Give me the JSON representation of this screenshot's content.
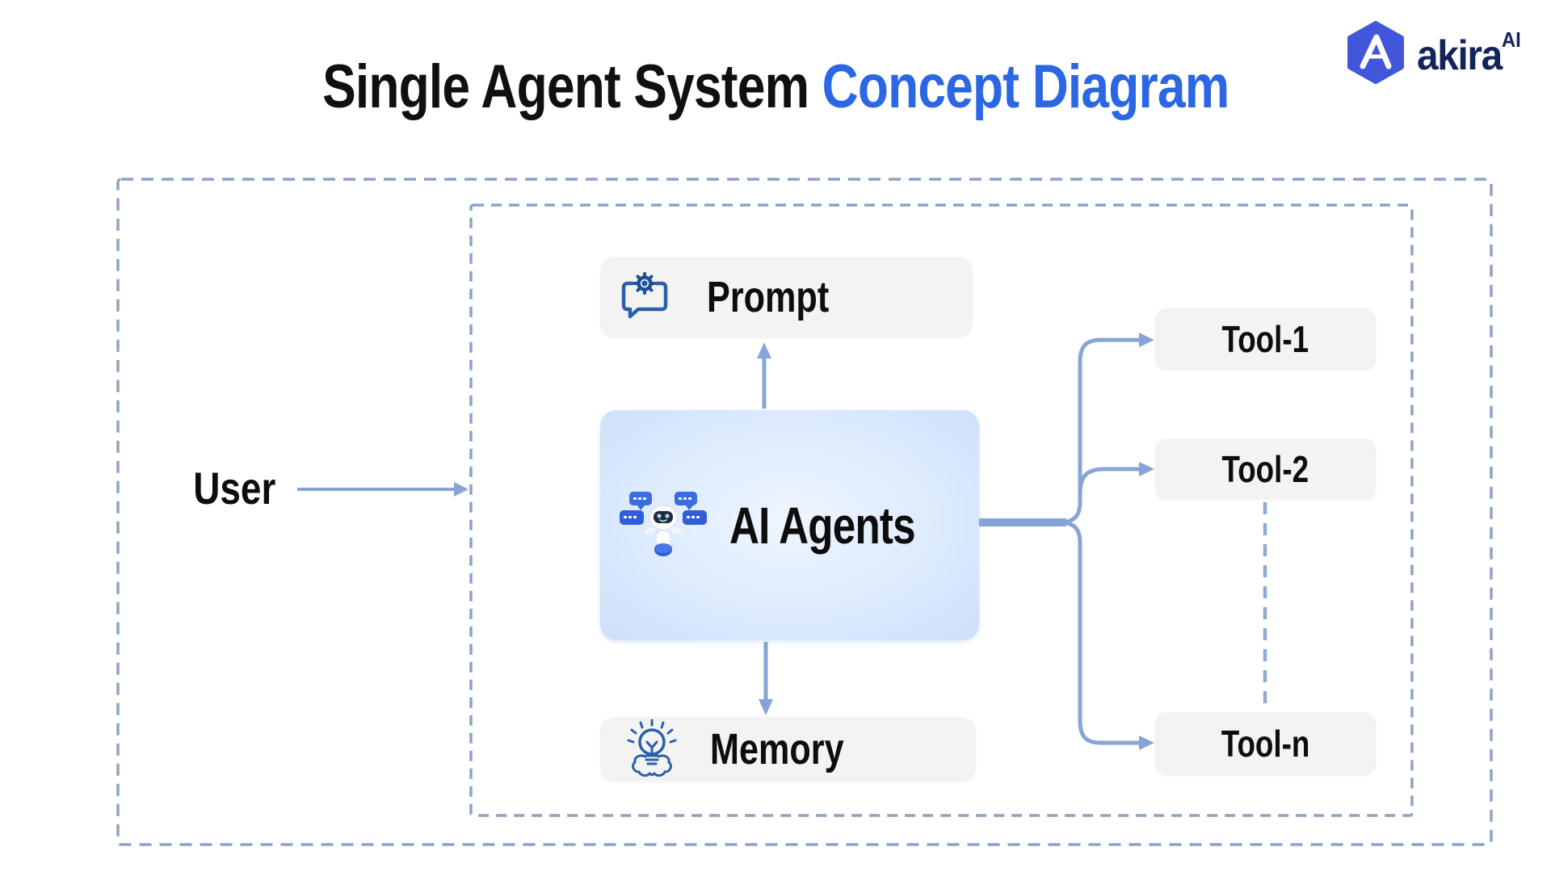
{
  "header": {
    "title_primary": "Single Agent System",
    "title_accent": "Concept Diagram"
  },
  "logo": {
    "brand": "akira",
    "superscript": "AI",
    "monogram": "A"
  },
  "diagram": {
    "user": {
      "label": "User"
    },
    "agent": {
      "label": "AI Agents",
      "icon": "robot-chat-icon"
    },
    "prompt": {
      "label": "Prompt",
      "icon": "gear-speech-bubble-icon"
    },
    "memory": {
      "label": "Memory",
      "icon": "lightbulb-idea-icon"
    },
    "tools": [
      {
        "label": "Tool-1"
      },
      {
        "label": "Tool-2"
      },
      {
        "label": "Tool-n"
      }
    ],
    "colors": {
      "title_accent_blue": "#2b66e3",
      "connector_blue": "#87a4d6",
      "dashed_border_blue_gray": "#8ba3c4",
      "node_gray": "#f3f3f4",
      "agent_gradient_center": "#eef5ff",
      "agent_gradient_edge": "#cce0f9",
      "icon_stroke_blue": "#2b5fa8",
      "logo_hexagon_blue": "#4156d8",
      "logo_text_navy": "#13235b"
    }
  }
}
